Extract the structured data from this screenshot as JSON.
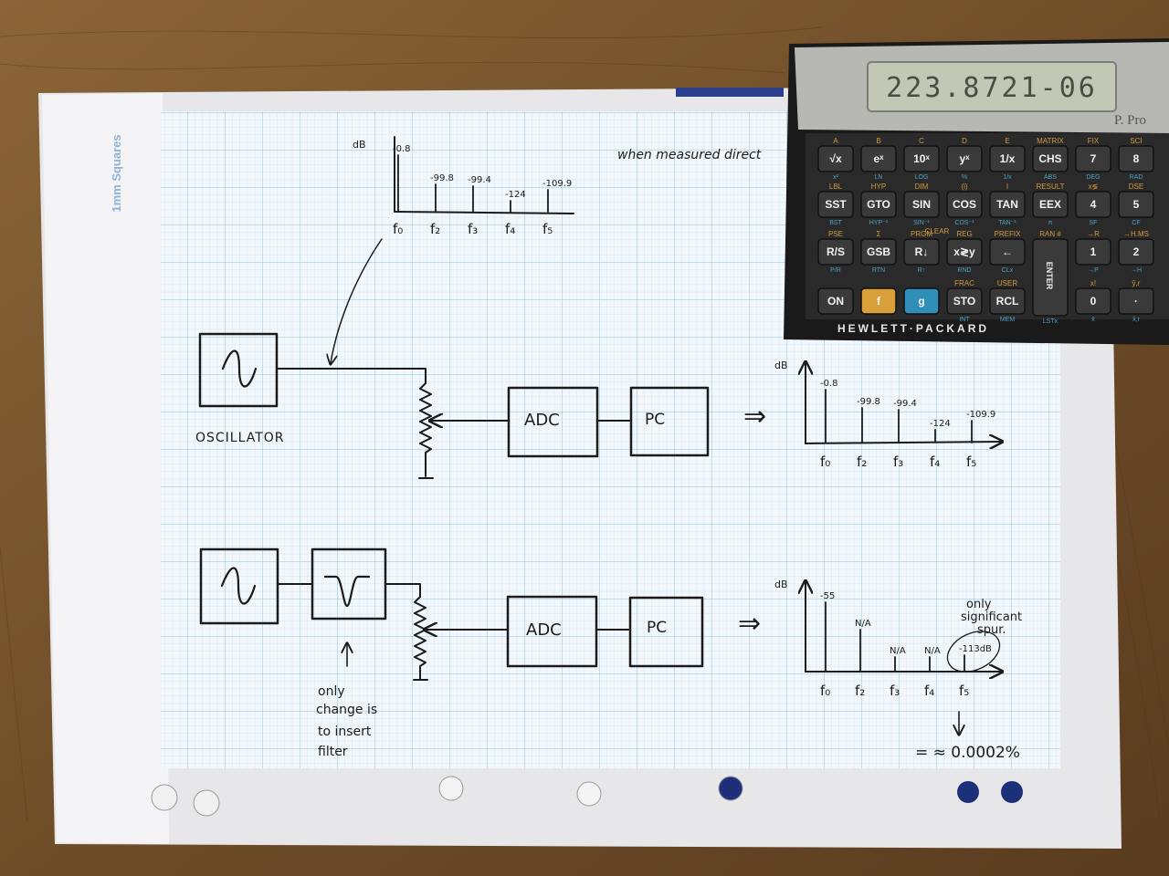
{
  "paper": {
    "side_label": "1mm Squares"
  },
  "top_spectrum": {
    "unit": "dB",
    "values": [
      "-0.8",
      "-99.8",
      "-99.4",
      "-124",
      "-109.9"
    ],
    "freqs": [
      "f₀",
      "f₂",
      "f₃",
      "f₄",
      "f₅"
    ]
  },
  "note_measured": "when measured direct",
  "block1": {
    "oscillator_label": "OSCILLATOR",
    "adc": "ADC",
    "pc": "PC",
    "arrow": "⇒",
    "chart": {
      "unit": "dB",
      "values": [
        "-0.8",
        "-99.8",
        "-99.4",
        "-124",
        "-109.9"
      ],
      "freqs": [
        "f₀",
        "f₂",
        "f₃",
        "f₄",
        "f₅"
      ]
    }
  },
  "block2": {
    "adc": "ADC",
    "pc": "PC",
    "arrow": "⇒",
    "note": [
      "only",
      "change is",
      "to insert",
      "filter"
    ],
    "chart": {
      "unit": "dB",
      "values": [
        "-55",
        "N/A",
        "N/A",
        "N/A",
        "-113dB"
      ],
      "freqs": [
        "f₀",
        "f₂",
        "f₃",
        "f₄",
        "f₅"
      ]
    },
    "spur_note": [
      "only",
      "significant",
      "spur."
    ],
    "result": "= ≈ 0.0002%"
  },
  "calculator": {
    "display": "223.8721-06",
    "owner": "P. Pro",
    "brand": "HEWLETT·PACKARD",
    "row1": [
      {
        "top": "A",
        "main": "√x",
        "bot": "x²"
      },
      {
        "top": "B",
        "main": "eˣ",
        "bot": "LN"
      },
      {
        "top": "C",
        "main": "10ˣ",
        "bot": "LOG"
      },
      {
        "top": "D",
        "main": "yˣ",
        "bot": "%"
      },
      {
        "top": "E",
        "main": "1/x",
        "bot": "1/x"
      },
      {
        "top": "MATRIX",
        "main": "CHS",
        "bot": "ABS"
      },
      {
        "top": "FIX",
        "main": "7",
        "bot": "DEG"
      },
      {
        "top": "SCI",
        "main": "8",
        "bot": "RAD"
      }
    ],
    "row2": [
      {
        "top": "LBL",
        "main": "SST",
        "bot": "BST"
      },
      {
        "top": "HYP",
        "main": "GTO",
        "bot": "HYP⁻¹"
      },
      {
        "top": "DIM",
        "main": "SIN",
        "bot": "SIN⁻¹"
      },
      {
        "top": "(i)",
        "main": "COS",
        "bot": "COS⁻¹"
      },
      {
        "top": "I",
        "main": "TAN",
        "bot": "TAN⁻¹"
      },
      {
        "top": "RESULT",
        "main": "EEX",
        "bot": "π"
      },
      {
        "top": "x≶",
        "main": "4",
        "bot": "SF"
      },
      {
        "top": "DSE",
        "main": "5",
        "bot": "CF"
      }
    ],
    "row3": [
      {
        "top": "PSE",
        "main": "R/S",
        "bot": "P/R"
      },
      {
        "top": "Σ",
        "main": "GSB",
        "bot": "RTN"
      },
      {
        "top": "PRGM",
        "main": "R↓",
        "bot": "R↑"
      },
      {
        "top": "REG",
        "main": "x≷y",
        "bot": "RND"
      },
      {
        "top": "PREFIX",
        "main": "←",
        "bot": "CLx"
      },
      {
        "top": "RAN #",
        "main": "ENTER",
        "bot": "LSTx"
      },
      {
        "top": "→R",
        "main": "1",
        "bot": "→P"
      },
      {
        "top": "→H.MS",
        "main": "2",
        "bot": "→H"
      }
    ],
    "row4": [
      {
        "top": "",
        "main": "ON",
        "bot": ""
      },
      {
        "top": "",
        "main": "f",
        "bot": ""
      },
      {
        "top": "",
        "main": "g",
        "bot": ""
      },
      {
        "top": "FRAC",
        "main": "STO",
        "bot": "INT"
      },
      {
        "top": "USER",
        "main": "RCL",
        "bot": "MEM"
      },
      {
        "top": "x!",
        "main": "0",
        "bot": "x̄"
      },
      {
        "top": "ŷ,r",
        "main": "·",
        "bot": "x̂,r"
      }
    ],
    "clear_label": "CLEAR",
    "colors": {
      "f_key": "#d9a03a",
      "g_key": "#2f8fb8",
      "body": "#2a2a2a"
    }
  }
}
